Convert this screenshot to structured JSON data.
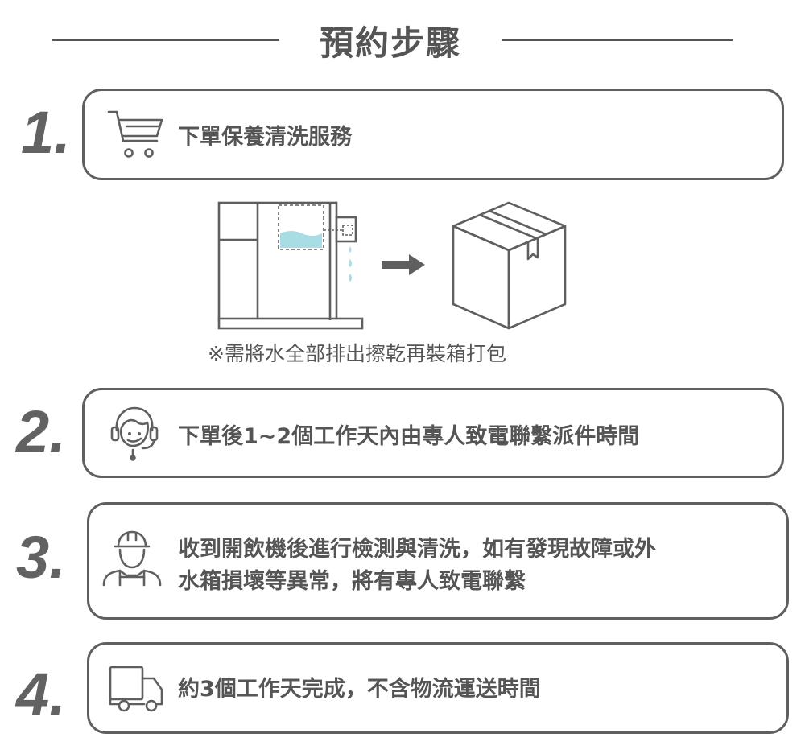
{
  "title": "預約步驟",
  "steps": [
    {
      "number": "1.",
      "text": "下單保養清洗服務",
      "icon": "shopping-cart-icon"
    },
    {
      "number": "2.",
      "text": "下單後1~2個工作天內由專人致電聯繫派件時間",
      "icon": "customer-service-headset-icon"
    },
    {
      "number": "3.",
      "lines": [
        "收到開飲機後進行檢測與清洗，如有發現故障或外",
        "水箱損壞等異常，將有專人致電聯繫"
      ],
      "icon": "technician-icon"
    },
    {
      "number": "4.",
      "text": "約3個工作天完成，不含物流運送時間",
      "icon": "delivery-truck-icon"
    }
  ],
  "illustration": {
    "note": "※需將水全部排出擦乾再裝箱打包",
    "icons": [
      "water-dispenser-icon",
      "arrow-right-icon",
      "cardboard-box-icon"
    ],
    "colors": {
      "water": "#a9dde6",
      "stroke": "#5f5f5f"
    }
  }
}
